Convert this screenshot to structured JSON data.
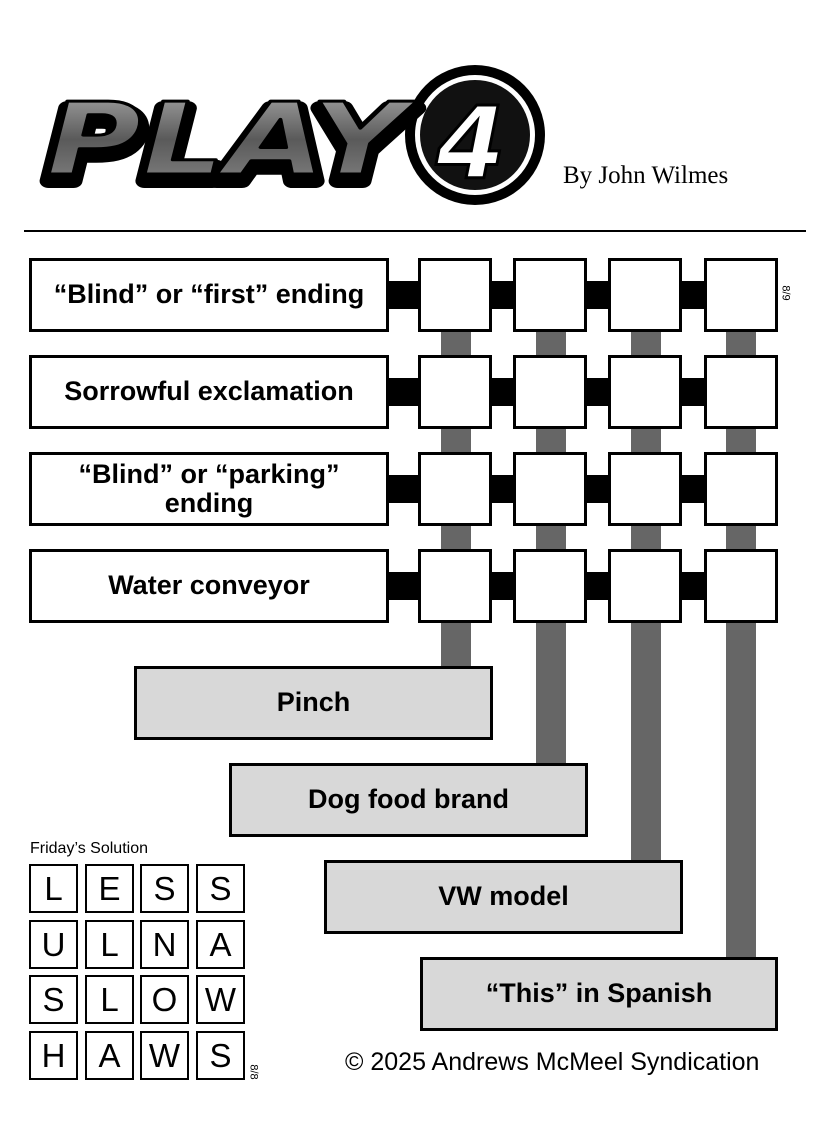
{
  "logo": {
    "word": "PLAY",
    "number": "4"
  },
  "byline": "By John Wilmes",
  "puzzle_date": "8/9",
  "across_clues": [
    "“Blind” or “first” ending",
    "Sorrowful exclamation",
    "“Blind” or “parking” ending",
    "Water conveyor"
  ],
  "down_clues": [
    "Pinch",
    "Dog food brand",
    "VW model",
    "“This” in Spanish"
  ],
  "solution": {
    "title": "Friday’s Solution",
    "rows": [
      [
        "L",
        "E",
        "S",
        "S"
      ],
      [
        "U",
        "L",
        "N",
        "A"
      ],
      [
        "S",
        "L",
        "O",
        "W"
      ],
      [
        "H",
        "A",
        "W",
        "S"
      ]
    ],
    "date": "8/8"
  },
  "copyright": "© 2025 Andrews McMeel Syndication",
  "colors": {
    "connector_bar": "#666666",
    "down_clue_fill": "#d8d8d8",
    "ink": "#000000"
  }
}
